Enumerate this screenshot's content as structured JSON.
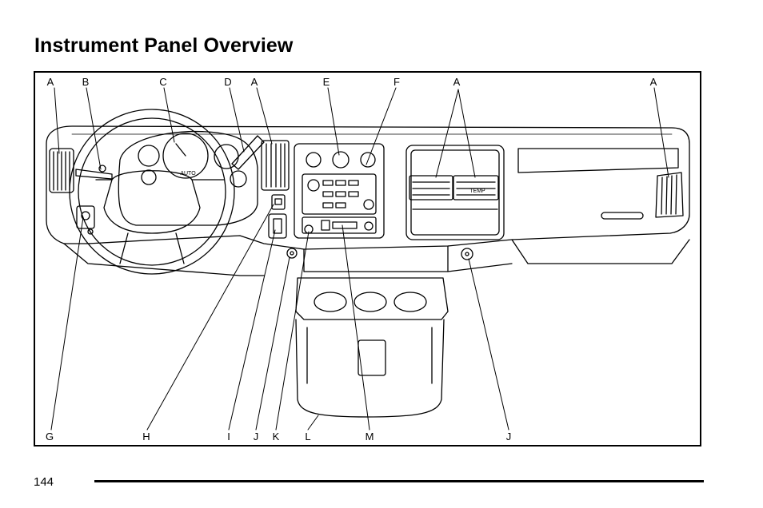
{
  "page": {
    "title": "Instrument Panel Overview",
    "page_number": "144"
  },
  "figure": {
    "top_callouts": [
      "A",
      "B",
      "C",
      "D",
      "A",
      "E",
      "F",
      "A",
      "A"
    ],
    "bottom_callouts": [
      "G",
      "H",
      "I",
      "J",
      "K",
      "L",
      "M",
      "J"
    ],
    "stamped_labels": [
      "AUTO",
      "TEMP"
    ]
  }
}
